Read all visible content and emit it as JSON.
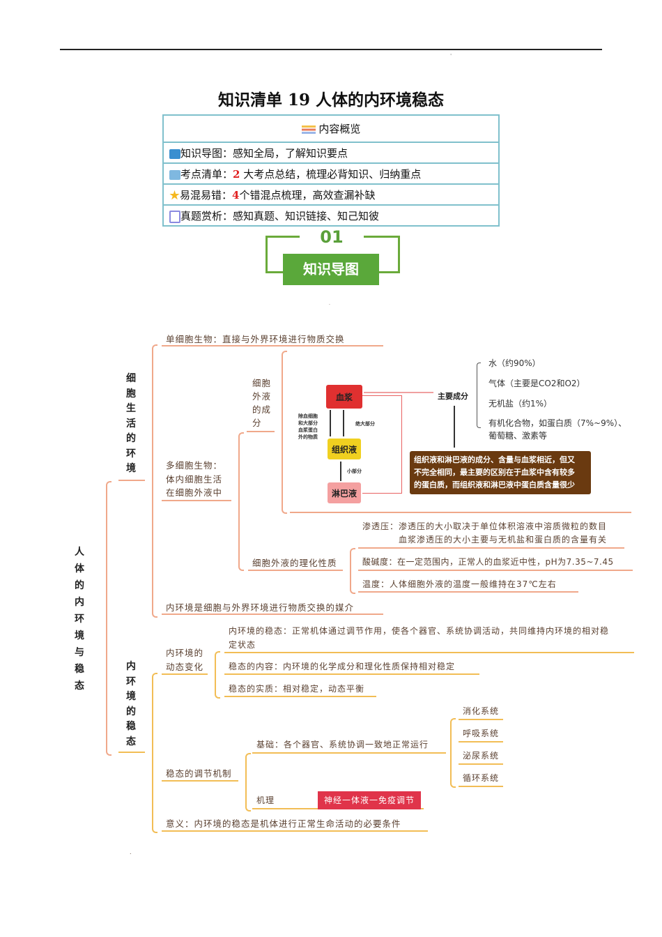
{
  "header": {
    "mark": "'"
  },
  "title": "知识清单 19 人体的内环境稳态",
  "overview": {
    "heading": "内容概览",
    "rows": [
      {
        "icon": "map-icon",
        "label": "知识导图：",
        "num": "",
        "text": "感知全局，了解知识要点"
      },
      {
        "icon": "book-icon",
        "label": "考点清单：",
        "num": "2",
        "text": "大考点总结，梳理必背知识、归纳重点"
      },
      {
        "icon": "star-icon",
        "label": "易混易错：",
        "num": "4",
        "text": "个错混点梳理，高效查漏补缺"
      },
      {
        "icon": "check-icon",
        "label": "真题赏析：",
        "num": "",
        "text": "感知真题、知识链接、知己知彼"
      }
    ]
  },
  "section": {
    "number": "01",
    "title": "知识导图"
  },
  "mindmap": {
    "root": "人体的内环境与稳态",
    "branch1": "细胞生活的环境",
    "branch2": "内环境的稳态",
    "b1": {
      "single": "单细胞生物：直接与外界环境进行物质交换",
      "multi": [
        "多细胞生物：",
        "体内细胞生活",
        "在细胞外液中"
      ],
      "ecf_comp": [
        "细胞",
        "外液",
        "的成",
        "分"
      ],
      "plasma": "血浆",
      "tissue": "组织液",
      "lymph": "淋巴液",
      "up_label": [
        "除血细胞",
        "和大部分",
        "血浆蛋白",
        "外的物质"
      ],
      "down_label": "绝大部分",
      "small_label": "小部分",
      "main": "主要成分",
      "components": [
        "水（约90%）",
        "气体（主要是CO2和O2）",
        "无机盐（约1%）",
        "有机化合物，如蛋白质（7%~9%）、",
        "葡萄糖、激素等"
      ],
      "note": [
        "组织液和淋巴液的成分、含量与血浆相近，但又",
        "不完全相同，最主要的区别在于血浆中含有较多",
        "的蛋白质，而组织液和淋巴液中蛋白质含量很少"
      ],
      "props": "细胞外液的理化性质",
      "osm": [
        "渗透压：渗透压的大小取决于单位体积溶液中溶质微粒的数目",
        "血浆渗透压的大小主要与无机盐和蛋白质的含量有关"
      ],
      "ph": "酸碱度：在一定范围内，正常人的血浆近中性，pH为7.35~7.45",
      "temp": "温度：人体细胞外液的温度一般维持在37℃左右",
      "medium": "内环境是细胞与外界环境进行物质交换的媒介"
    },
    "b2": {
      "dyn": [
        "内环境的",
        "动态变化"
      ],
      "def": [
        "内环境的稳态：正常机体通过调节作用，使各个器官、系统协调活动，共同维持内环境的相对稳",
        "定状态"
      ],
      "content": "稳态的内容：内环境的化学成分和理化性质保持相对稳定",
      "essence": "稳态的实质：相对稳定，动态平衡",
      "mech": "稳态的调节机制",
      "basis": "基础：各个器官、系统协调一致地正常运行",
      "systems": [
        "消化系统",
        "呼吸系统",
        "泌尿系统",
        "循环系统"
      ],
      "mechanism": "机理",
      "network": "神经一体液一免疫调节",
      "meaning": "意义：内环境的稳态是机体进行正常生命活动的必要条件"
    }
  },
  "footer_mark": "."
}
